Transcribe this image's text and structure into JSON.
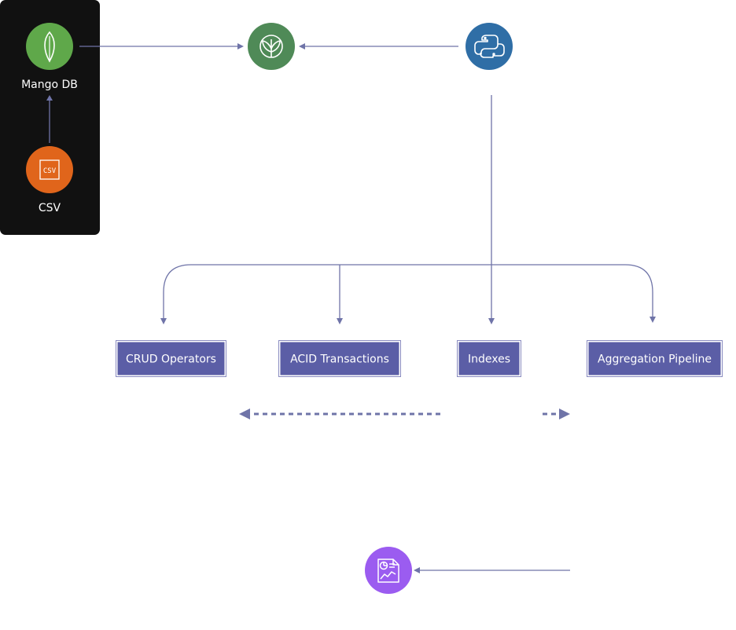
{
  "nodes": {
    "mongodb": {
      "label": "Mango DB",
      "icon": "mongodb-leaf-icon",
      "color": "#5fa84a"
    },
    "csv": {
      "label": "CSV",
      "icon": "csv-file-icon",
      "icon_text": "CSV",
      "color": "#e0651b"
    },
    "hub": {
      "icon": "leaf-circle-icon",
      "color": "#4f8a57"
    },
    "python": {
      "icon": "python-icon",
      "color": "#2f6ea6"
    },
    "report": {
      "icon": "report-chart-icon",
      "color": "#9b5cf0"
    }
  },
  "panel": {
    "color": "#111111"
  },
  "boxes": {
    "crud": {
      "label": "CRUD Operators"
    },
    "acid": {
      "label": "ACID Transactions"
    },
    "indexes": {
      "label": "Indexes"
    },
    "aggregation": {
      "label": "Aggregation Pipeline"
    }
  },
  "colors": {
    "box_fill": "#5b5ea6",
    "connector": "#6f74a8"
  }
}
